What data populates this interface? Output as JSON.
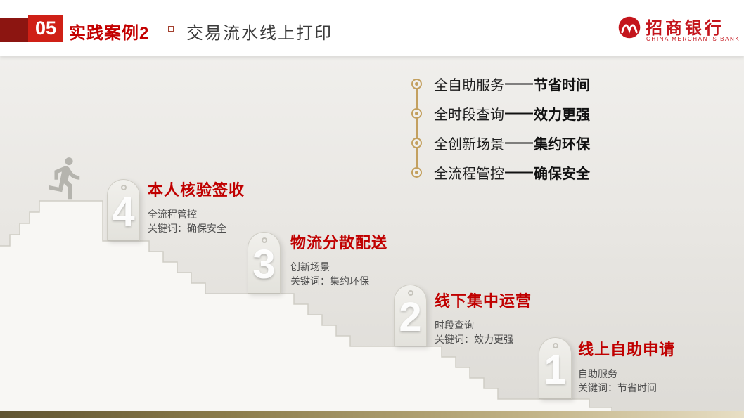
{
  "header": {
    "badge": "05",
    "section": "实践案例2",
    "title": "交易流水线上打印",
    "logo_cn": "招商银行",
    "logo_en": "CHINA MERCHANTS BANK"
  },
  "timeline": {
    "items": [
      {
        "label": "全自助服务",
        "sep": "——",
        "value": "节省时间"
      },
      {
        "label": "全时段查询",
        "sep": "——",
        "value": "效力更强"
      },
      {
        "label": "全创新场景",
        "sep": "——",
        "value": "集约环保"
      },
      {
        "label": "全流程管控",
        "sep": "——",
        "value": "确保安全"
      }
    ]
  },
  "steps": [
    {
      "number": "4",
      "title": "本人核验签收",
      "subtitle": "全流程管控",
      "keyword": "关键词：确保安全"
    },
    {
      "number": "3",
      "title": "物流分散配送",
      "subtitle": "创新场景",
      "keyword": "关键词：集约环保"
    },
    {
      "number": "2",
      "title": "线下集中运营",
      "subtitle": "时段查询",
      "keyword": "关键词：效力更强"
    },
    {
      "number": "1",
      "title": "线上自助申请",
      "subtitle": "自助服务",
      "keyword": "关键词：节省时间"
    }
  ],
  "colors": {
    "accent_red": "#c00000",
    "badge_red": "#cf2016",
    "badge_dark_red": "#8c1511",
    "gold": "#c3a05f"
  }
}
